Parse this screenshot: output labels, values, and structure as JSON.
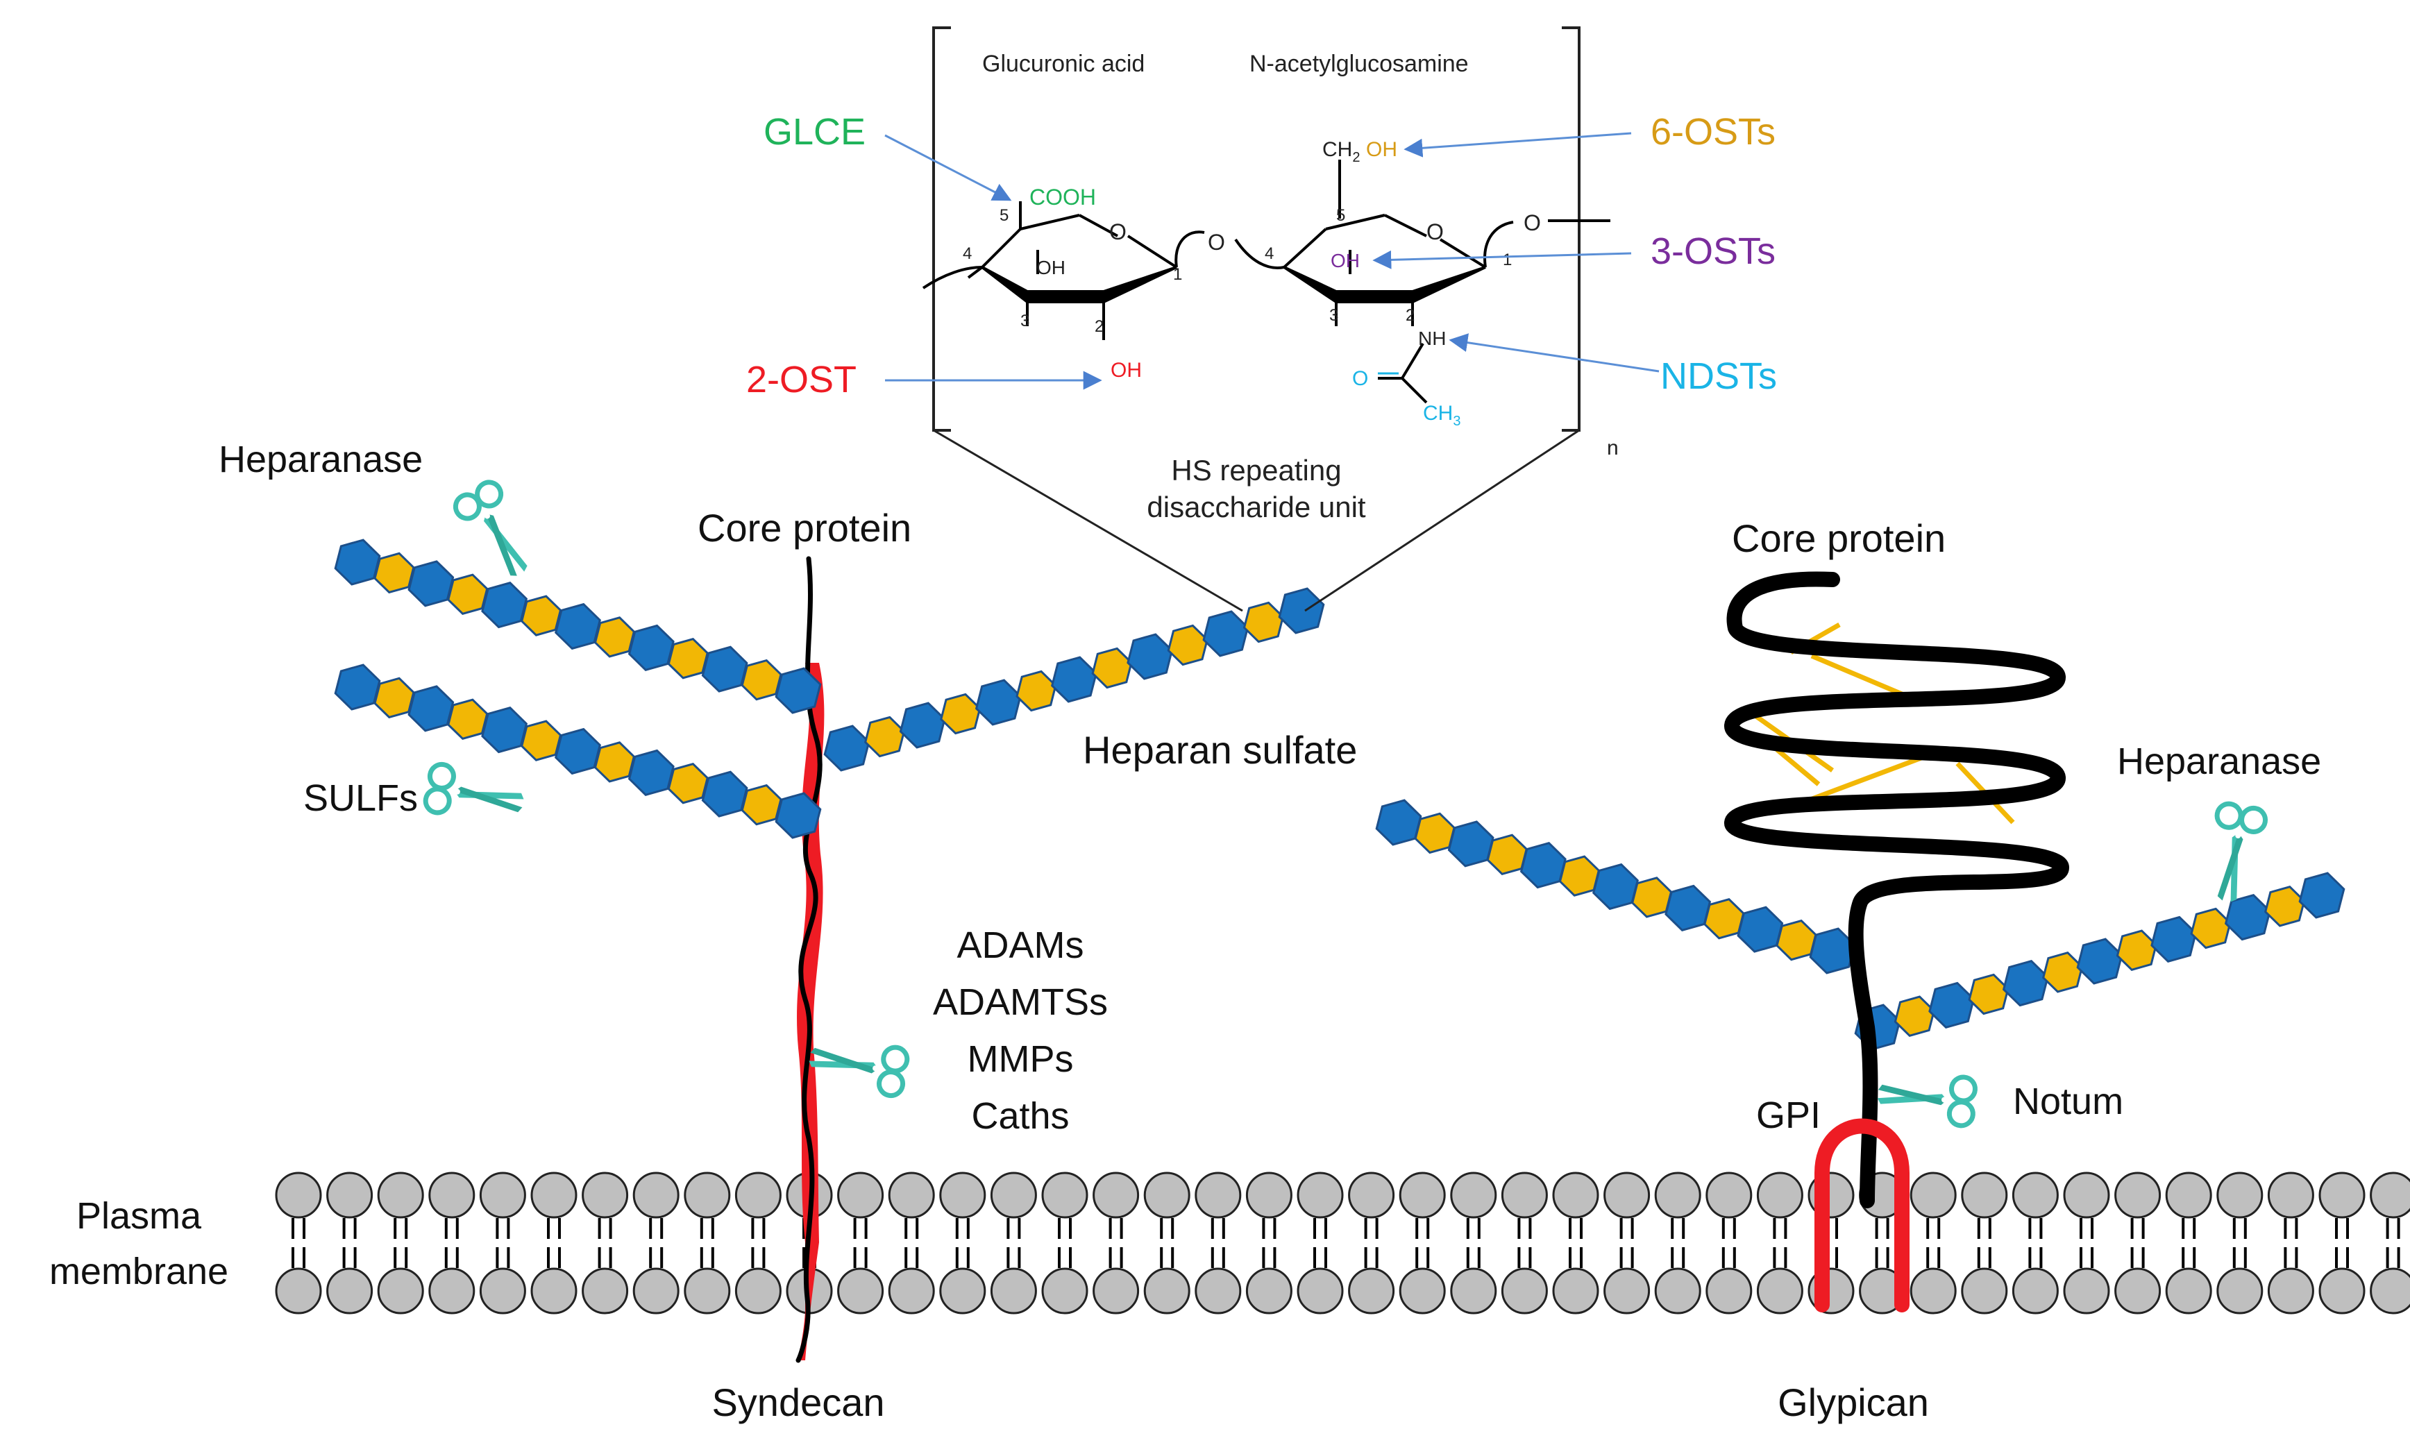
{
  "structure": {
    "left_residue": "Glucuronic acid",
    "right_residue": "N-acetylglucosamine",
    "repeat_caption_line1": "HS repeating",
    "repeat_caption_line2": "disaccharide unit",
    "repeat_subscript": "n",
    "cooh": "COOH",
    "ch2": "CH",
    "ch2_sub": "2",
    "oh_6": "OH",
    "oh_3": "OH",
    "oh_glc_3": "OH",
    "oh_glc_2": "OH",
    "nh": "NH",
    "carbonyl_o": "O",
    "ch3": "CH",
    "ch3_sub": "3",
    "ring_o": "O",
    "link_o": "O",
    "carbons": {
      "glc_c5": "5",
      "glc_c4": "4",
      "glc_c3": "3",
      "glc_c2": "2",
      "glc_c1": "1",
      "gn_c5": "5",
      "gn_c4": "4",
      "gn_c3": "3",
      "gn_c2": "2",
      "gn_c1": "1"
    }
  },
  "enzymes": {
    "glce": "GLCE",
    "ost2": "2-OST",
    "osts6": "6-OSTs",
    "osts3": "3-OSTs",
    "ndsts": "NDSTs"
  },
  "labels": {
    "heparanase_left": "Heparanase",
    "core_protein_left": "Core protein",
    "sulfs": "SULFs",
    "heparan_sulfate": "Heparan sulfate",
    "adams": "ADAMs",
    "adamtss": "ADAMTSs",
    "mmps": "MMPs",
    "caths": "Caths",
    "plasma_membrane_1": "Plasma",
    "plasma_membrane_2": "membrane",
    "syndecan": "Syndecan",
    "core_protein_right": "Core protein",
    "heparanase_right": "Heparanase",
    "gpi": "GPI",
    "notum": "Notum",
    "glypican": "Glypican"
  },
  "colors": {
    "glce": "#1fb35a",
    "ost2": "#ee1c24",
    "osts6": "#d79b16",
    "osts3": "#7a2d9c",
    "ndsts": "#1ab4e6",
    "blue_unit": "#1a73c1",
    "yellow_unit": "#f2b705",
    "scissors": "#3fbfb0",
    "membrane_head": "#bfbfbf",
    "gpi": "#ee1c24",
    "arrow": "#5b8fd6"
  }
}
